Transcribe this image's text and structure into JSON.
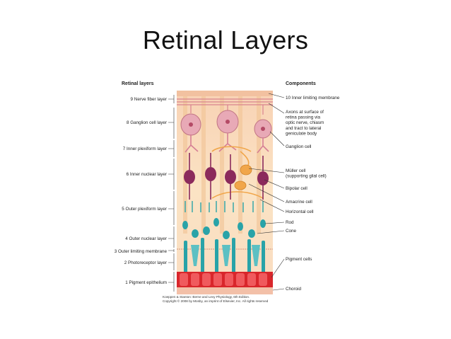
{
  "slide": {
    "title": "Retinal Layers"
  },
  "figure": {
    "left_header": "Retinal layers",
    "right_header": "Components",
    "layers": [
      {
        "id": "l9",
        "label": "9 Nerve fiber layer"
      },
      {
        "id": "l8",
        "label": "8 Ganglion cell layer"
      },
      {
        "id": "l7",
        "label": "7 Inner plexiform layer"
      },
      {
        "id": "l6",
        "label": "6 Inner nuclear layer"
      },
      {
        "id": "l5",
        "label": "5 Outer plexiform layer"
      },
      {
        "id": "l4",
        "label": "4 Outer nuclear layer"
      },
      {
        "id": "l3",
        "label": "3 Outer limiting membrane"
      },
      {
        "id": "l2",
        "label": "2 Photoreceptor layer"
      },
      {
        "id": "l1",
        "label": "1 Pigment epithelium"
      }
    ],
    "components": [
      {
        "id": "c10",
        "lines": [
          "10 Inner limiting membrane"
        ]
      },
      {
        "id": "axons",
        "lines": [
          "Axons at surface of",
          "retina passing via",
          "optic nerve, chiasm",
          "and tract to lateral",
          "geniculate body"
        ]
      },
      {
        "id": "ganglion",
        "lines": [
          "Ganglion cell"
        ]
      },
      {
        "id": "muller",
        "lines": [
          "Müller cell",
          "(supporting glial cell)"
        ]
      },
      {
        "id": "bipolar",
        "lines": [
          "Bipolar cell"
        ]
      },
      {
        "id": "amacrine",
        "lines": [
          "Amacrine cell"
        ]
      },
      {
        "id": "horizontal",
        "lines": [
          "Horizontal cell"
        ]
      },
      {
        "id": "rod",
        "lines": [
          "Rod"
        ]
      },
      {
        "id": "cone",
        "lines": [
          "Cone"
        ]
      },
      {
        "id": "pigment",
        "lines": [
          "Pigment cells"
        ]
      },
      {
        "id": "choroid",
        "lines": [
          "Choroid"
        ]
      }
    ],
    "credit": [
      "Koeppen & Stanton: Berne and Levy Physiology, 6th Edition.",
      "Copyright © 2008 by Mosby, an imprint of Elsevier, Inc. All rights reserved"
    ],
    "colors": {
      "background": "#fbe3c4",
      "ganglion": "#e8a9b6",
      "bipolar": "#8b2a5c",
      "amacrine": "#f1a64a",
      "photoreceptor": "#29a3a8",
      "pigment_epithelium": "#d9262b"
    }
  }
}
